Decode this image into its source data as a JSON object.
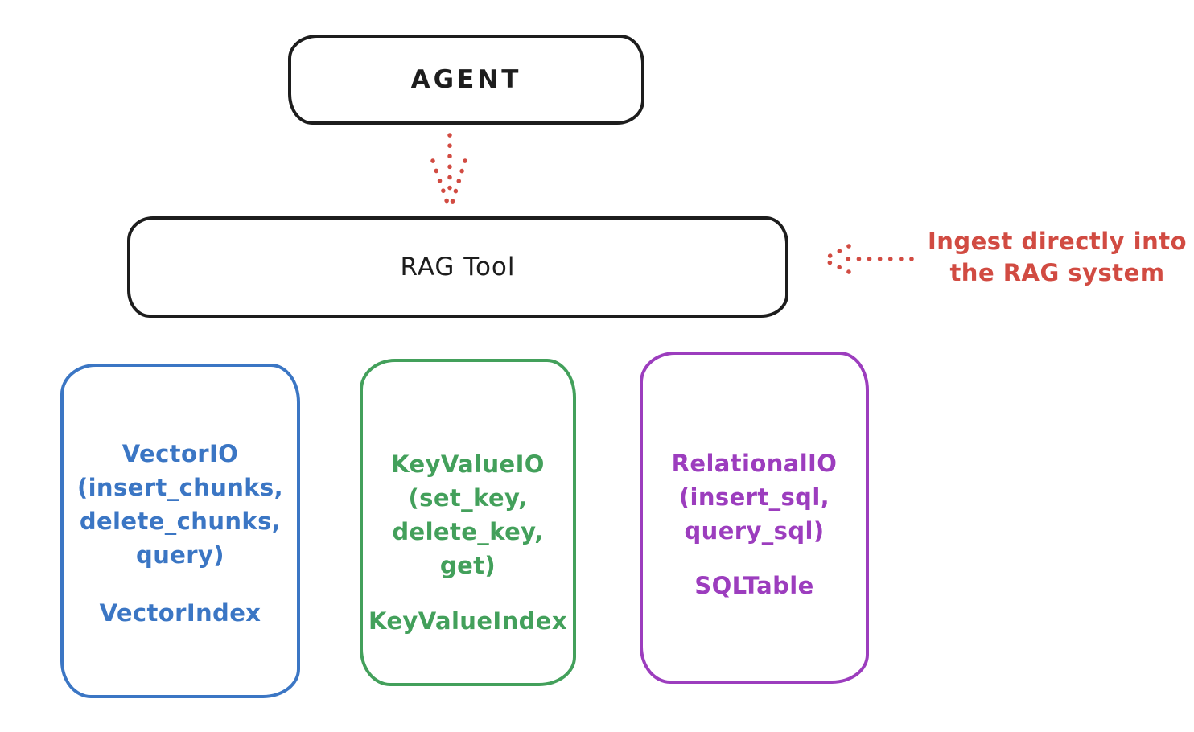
{
  "theme": {
    "ink": "#1d1d1d",
    "red": "#d14b42",
    "blue": "#3b76c4",
    "green": "#43a05b",
    "purple": "#9c3dbe",
    "background": "#ffffff"
  },
  "nodes": {
    "agent": {
      "label": "AGENT"
    },
    "rag_tool": {
      "label": "RAG Tool"
    }
  },
  "annotation": {
    "line1": "Ingest directly into",
    "line2": "the RAG system"
  },
  "backends": [
    {
      "name": "vector-io",
      "color": "#3b76c4",
      "lines": [
        "VectorIO",
        "(insert_chunks,",
        "delete_chunks,",
        "query)"
      ],
      "index_label": "VectorIndex"
    },
    {
      "name": "keyvalue-io",
      "color": "#43a05b",
      "lines": [
        "KeyValueIO",
        "(set_key,",
        "delete_key, get)"
      ],
      "index_label": "KeyValueIndex"
    },
    {
      "name": "relational-io",
      "color": "#9c3dbe",
      "lines": [
        "RelationalIO",
        "(insert_sql,",
        "query_sql)"
      ],
      "index_label": "SQLTable"
    }
  ]
}
